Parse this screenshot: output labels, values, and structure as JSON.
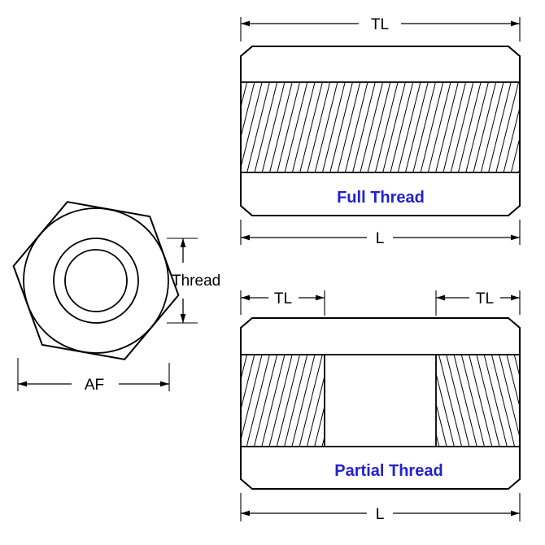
{
  "colors": {
    "line": "#000000",
    "background": "#ffffff",
    "accent_blue": "#2222cc"
  },
  "end_view": {
    "thread_label": "Thread",
    "af_label": "AF"
  },
  "full_thread_view": {
    "title": "Full Thread",
    "total_length_label": "TL",
    "length_label": "L"
  },
  "partial_thread_view": {
    "title": "Partial Thread",
    "thread_length_left_label": "TL",
    "thread_length_right_label": "TL",
    "length_label": "L"
  }
}
